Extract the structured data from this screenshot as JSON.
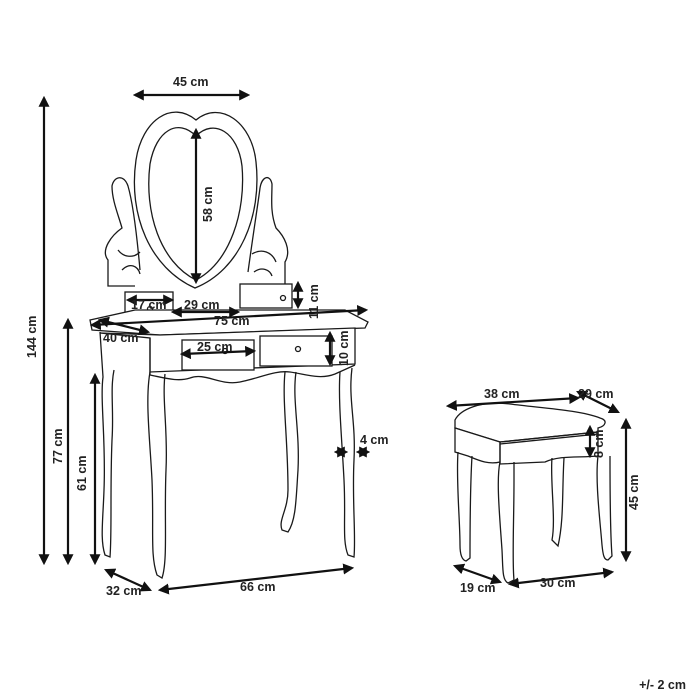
{
  "dimensions": {
    "mirror_width": "45 cm",
    "mirror_height": "58 cm",
    "total_height": "144 cm",
    "small_drawer_width": "17 cm",
    "mirror_base_width": "29 cm",
    "top_drawer_height": "11 cm",
    "table_width": "75 cm",
    "table_depth": "40 cm",
    "drawer_width": "25 cm",
    "drawer_height": "10 cm",
    "table_height": "77 cm",
    "leg_height": "61 cm",
    "leg_thickness": "4 cm",
    "base_depth": "32 cm",
    "base_width": "66 cm",
    "stool_width": "38 cm",
    "stool_depth": "29 cm",
    "stool_cushion_height": "8 cm",
    "stool_height": "45 cm",
    "stool_base_depth": "19 cm",
    "stool_base_width": "30 cm"
  },
  "tolerance": "+/- 2 cm"
}
